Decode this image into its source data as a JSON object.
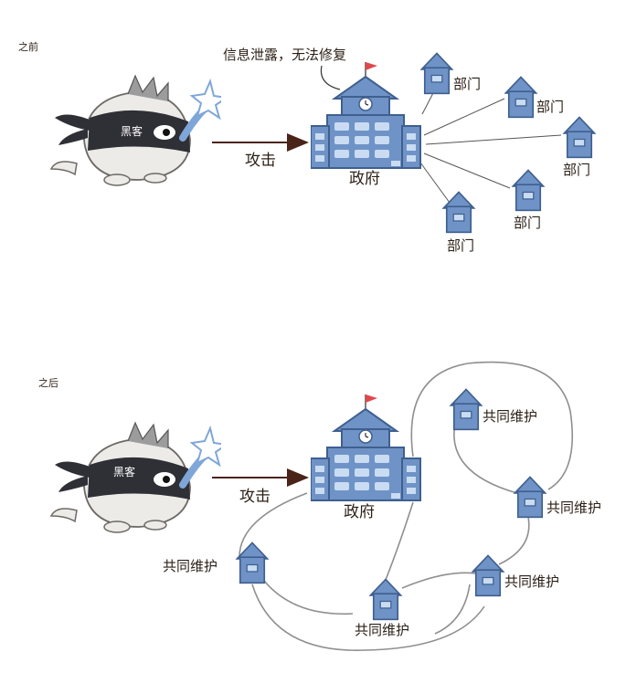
{
  "before": {
    "section_label": "之前",
    "hacker_label": "黑客",
    "attack_label": "攻击",
    "gov_label": "政府",
    "callout": "信息泄露，无法修复",
    "dept_label": "部门",
    "dept_count": 5
  },
  "after": {
    "section_label": "之后",
    "hacker_label": "黑客",
    "attack_label": "攻击",
    "gov_label": "政府",
    "node_label": "共同维护",
    "node_count": 5
  },
  "colors": {
    "building": "#6f93c6",
    "building_dark": "#3f5f8f",
    "window": "#c9dcf2",
    "flag": "#e0484a",
    "ink": "#2b1f16",
    "hacker_body": "#ecebe8",
    "hacker_mask": "#2f2f36",
    "star": "#7fa6d9"
  },
  "icons": [
    "hacker-mascot",
    "ninja-star",
    "government-building",
    "house-icon",
    "flag-icon"
  ]
}
